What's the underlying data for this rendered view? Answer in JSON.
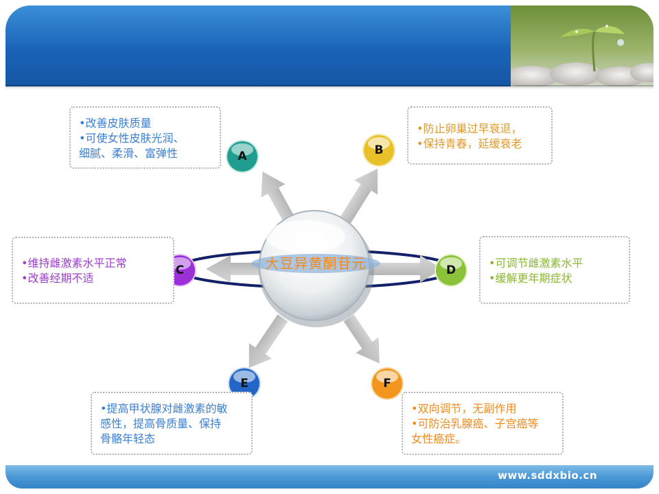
{
  "footer": {
    "url": "www.sddxbio.cn"
  },
  "diagram": {
    "center": {
      "label": "大豆异黄酮苷元"
    },
    "nodes": [
      {
        "id": "A",
        "label": "A",
        "color": "#1f9e8f",
        "text_color": "#3a7fd0",
        "lines": [
          "•改善皮肤质量",
          "•可使女性皮肤光润、",
          "细腻、柔滑、富弹性"
        ]
      },
      {
        "id": "B",
        "label": "B",
        "color": "#e8c12a",
        "text_color": "#e09a2a",
        "lines": [
          "•防止卵巢过早衰退，",
          "•保持青春，延缓衰老"
        ]
      },
      {
        "id": "C",
        "label": "C",
        "color": "#9b2fd8",
        "text_color": "#9b3fc8",
        "lines": [
          "•维持雌激素水平正常",
          "•改善经期不适"
        ]
      },
      {
        "id": "D",
        "label": "D",
        "color": "#8cc23a",
        "text_color": "#8ab82e",
        "lines": [
          "•可调节雌激素水平",
          "•缓解更年期症状"
        ]
      },
      {
        "id": "E",
        "label": "E",
        "color": "#2466c8",
        "text_color": "#3a7fd0",
        "lines": [
          "•提高甲状腺对雌激素的敏",
          "感性，提高骨质量、保持",
          "骨骼年轻态"
        ]
      },
      {
        "id": "F",
        "label": "F",
        "color": "#f2961e",
        "text_color": "#f08a1c",
        "lines": [
          "•双向调节，无副作用",
          "•可防治乳腺癌、子宫癌等",
          "女性癌症。"
        ]
      }
    ]
  }
}
